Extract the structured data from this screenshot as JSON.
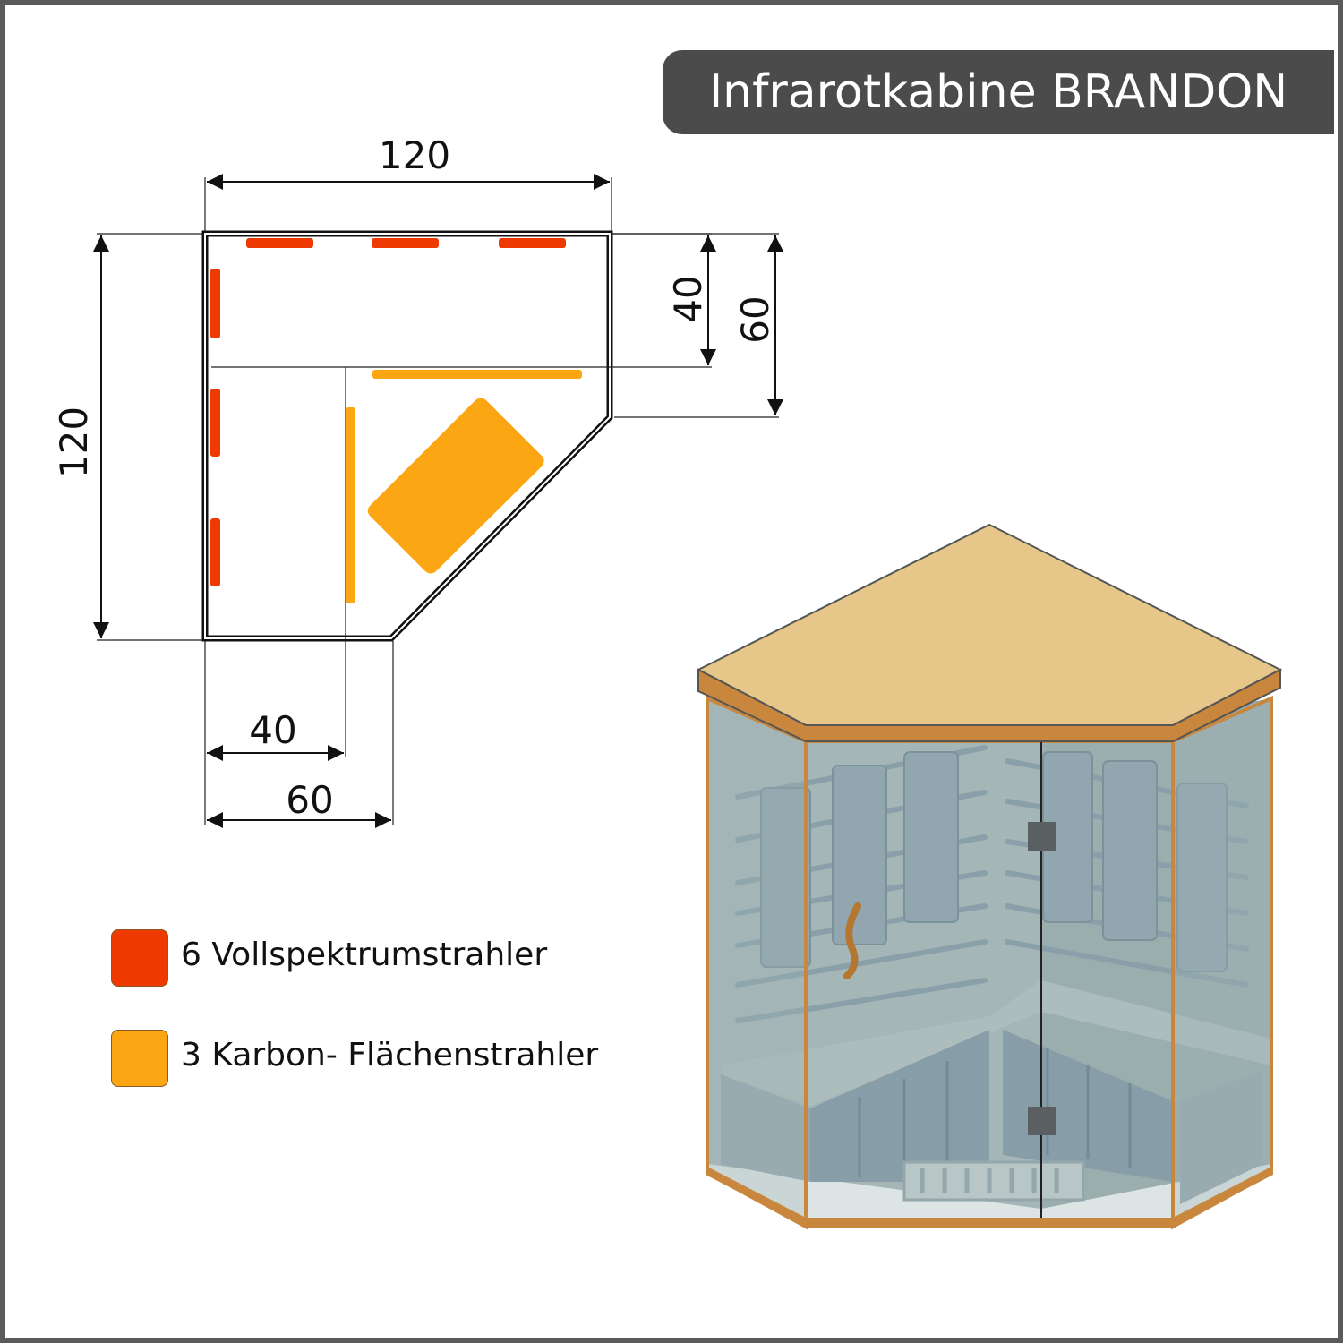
{
  "title": "Infrarotkabine BRANDON",
  "dimensions": {
    "top_width": "120",
    "left_height": "120",
    "right_40": "40",
    "right_60": "60",
    "bottom_40": "40",
    "bottom_60": "60"
  },
  "legend": [
    {
      "count_label": "6 Vollspektrumstrahler",
      "color": "#ee3a00"
    },
    {
      "count_label": "3 Karbon- Flächenstrahler",
      "color": "#fca614"
    }
  ],
  "colors": {
    "full_spectrum": "#ee3a00",
    "carbon": "#fca614",
    "wood_roof": "#e6c789",
    "wood_edge": "#c8873d",
    "glass": "#9fb2b3",
    "panel": "#7f97a6",
    "title_bg": "#4b4b4b"
  }
}
